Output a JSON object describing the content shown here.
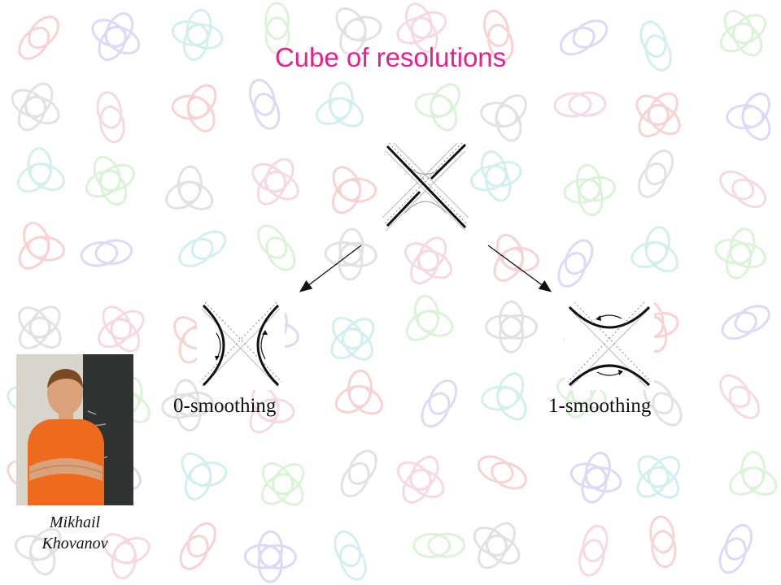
{
  "title": "Cube of resolutions",
  "smoothings": {
    "zero_label": "0-smoothing",
    "one_label": "1-smoothing"
  },
  "person": {
    "first_name": "Mikhail",
    "last_name": "Khovanov"
  },
  "colors": {
    "title": "#e0258a",
    "strand": "#111111",
    "background_knots": [
      "#f2b8b8",
      "#c9c0f0",
      "#b8e6e6",
      "#c8ecc0",
      "#d0d0d0",
      "#f0c0d8"
    ]
  },
  "icons": [
    "crossing-diagram-icon",
    "zero-smoothing-diagram-icon",
    "one-smoothing-diagram-icon",
    "arrow-icon",
    "knot-icon"
  ]
}
